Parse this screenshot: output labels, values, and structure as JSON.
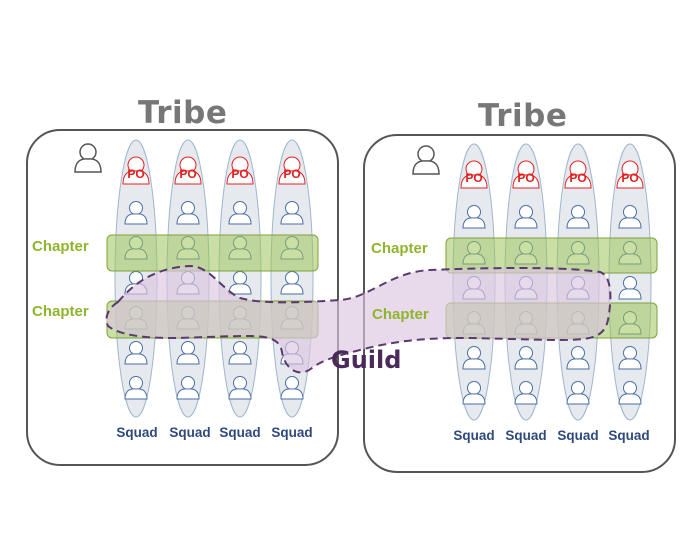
{
  "tribes": [
    {
      "title": "Tribe",
      "squads": [
        {
          "label": "Squad",
          "po": "PO"
        },
        {
          "label": "Squad",
          "po": "PO"
        },
        {
          "label": "Squad",
          "po": "PO"
        },
        {
          "label": "Squad",
          "po": "PO"
        }
      ],
      "chapters": [
        "Chapter",
        "Chapter"
      ]
    },
    {
      "title": "Tribe",
      "squads": [
        {
          "label": "Squad",
          "po": "PO"
        },
        {
          "label": "Squad",
          "po": "PO"
        },
        {
          "label": "Squad",
          "po": "PO"
        },
        {
          "label": "Squad",
          "po": "PO"
        }
      ],
      "chapters": [
        "Chapter",
        "Chapter"
      ]
    }
  ],
  "guild": {
    "label": "Guild"
  },
  "icons": {
    "person": "person-icon",
    "tribe_lead": "tribe-lead-icon"
  },
  "colors": {
    "chapter_fill": "#9cc55a",
    "chapter_text": "#8fb52e",
    "guild_fill": "#dcc6e0",
    "guild_border": "#5a3a6e",
    "squad_text": "#2e4a7d",
    "po_text": "#e02020",
    "person_stroke": "#4a6fa5",
    "squad_fill": "#e6e9ee"
  }
}
